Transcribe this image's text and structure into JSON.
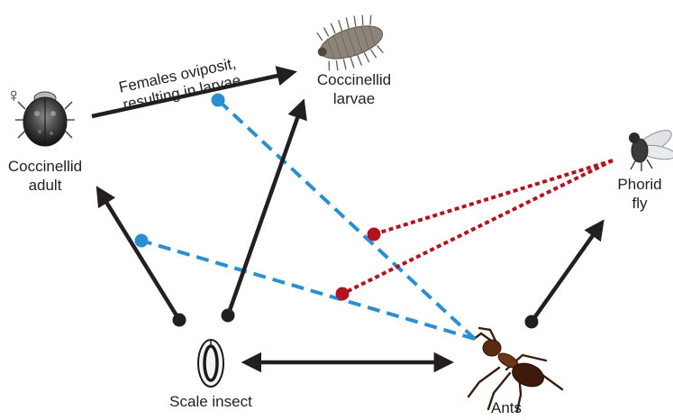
{
  "nodes": {
    "coccinellid_adult": {
      "symbol": "♀",
      "line1": "Coccinellid",
      "line2": "adult",
      "icon": "ladybird-beetle-icon"
    },
    "coccinellid_larvae": {
      "line1": "Coccinellid",
      "line2": "larvae",
      "icon": "beetle-larva-icon"
    },
    "phorid_fly": {
      "line1": "Phorid",
      "line2": "fly",
      "icon": "fly-icon"
    },
    "scale_insect": {
      "label": "Scale insect",
      "icon": "scale-insect-icon"
    },
    "ants": {
      "label": "Ants",
      "icon": "ant-icon"
    }
  },
  "edge_labels": {
    "oviposit_line1": "Females oviposit,",
    "oviposit_line2": "resulting in larvae"
  },
  "colors": {
    "solid_arrow": "#231f20",
    "dashed_blue": "#2a8fd0",
    "dotted_red": "#b3121f"
  }
}
